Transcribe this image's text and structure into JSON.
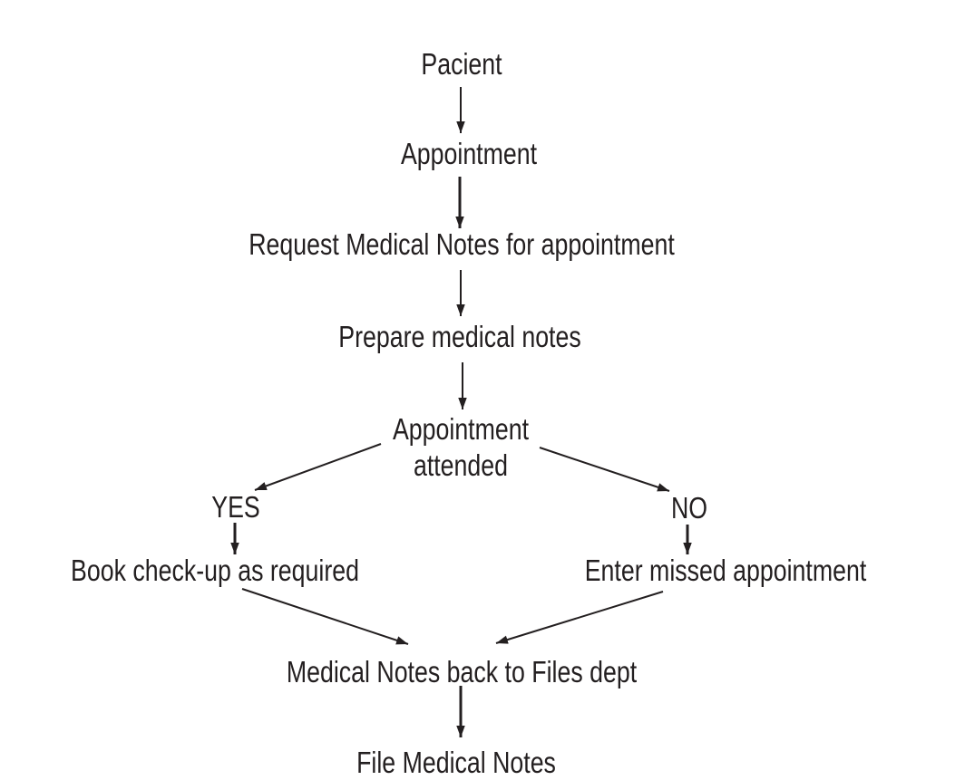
{
  "page": {
    "background_color": "#ffffff",
    "ink_color": "#231f20"
  },
  "diagram": {
    "type": "flowchart",
    "nodes": [
      {
        "id": "pacient",
        "lines": [
          "Pacient"
        ]
      },
      {
        "id": "appointment",
        "lines": [
          "Appointment"
        ]
      },
      {
        "id": "request-medical-notes",
        "lines": [
          "Request Medical Notes for appointment"
        ]
      },
      {
        "id": "prepare-medical-notes",
        "lines": [
          "Prepare medical notes"
        ]
      },
      {
        "id": "appointment-attended",
        "lines": [
          "Appointment",
          "attended"
        ]
      },
      {
        "id": "yes",
        "lines": [
          "YES"
        ]
      },
      {
        "id": "no",
        "lines": [
          "NO"
        ]
      },
      {
        "id": "book-checkup",
        "lines": [
          "Book check-up as required"
        ]
      },
      {
        "id": "enter-missed",
        "lines": [
          "Enter missed appointment"
        ]
      },
      {
        "id": "notes-back-to-files",
        "lines": [
          "Medical Notes back to Files dept"
        ]
      },
      {
        "id": "file-medical-notes",
        "lines": [
          "File Medical Notes"
        ]
      }
    ],
    "edges": [
      {
        "from": "pacient",
        "to": "appointment"
      },
      {
        "from": "appointment",
        "to": "request-medical-notes"
      },
      {
        "from": "request-medical-notes",
        "to": "prepare-medical-notes"
      },
      {
        "from": "prepare-medical-notes",
        "to": "appointment-attended"
      },
      {
        "from": "appointment-attended",
        "to": "yes"
      },
      {
        "from": "appointment-attended",
        "to": "no"
      },
      {
        "from": "yes",
        "to": "book-checkup"
      },
      {
        "from": "no",
        "to": "enter-missed"
      },
      {
        "from": "book-checkup",
        "to": "notes-back-to-files"
      },
      {
        "from": "enter-missed",
        "to": "notes-back-to-files"
      },
      {
        "from": "notes-back-to-files",
        "to": "file-medical-notes"
      }
    ]
  }
}
